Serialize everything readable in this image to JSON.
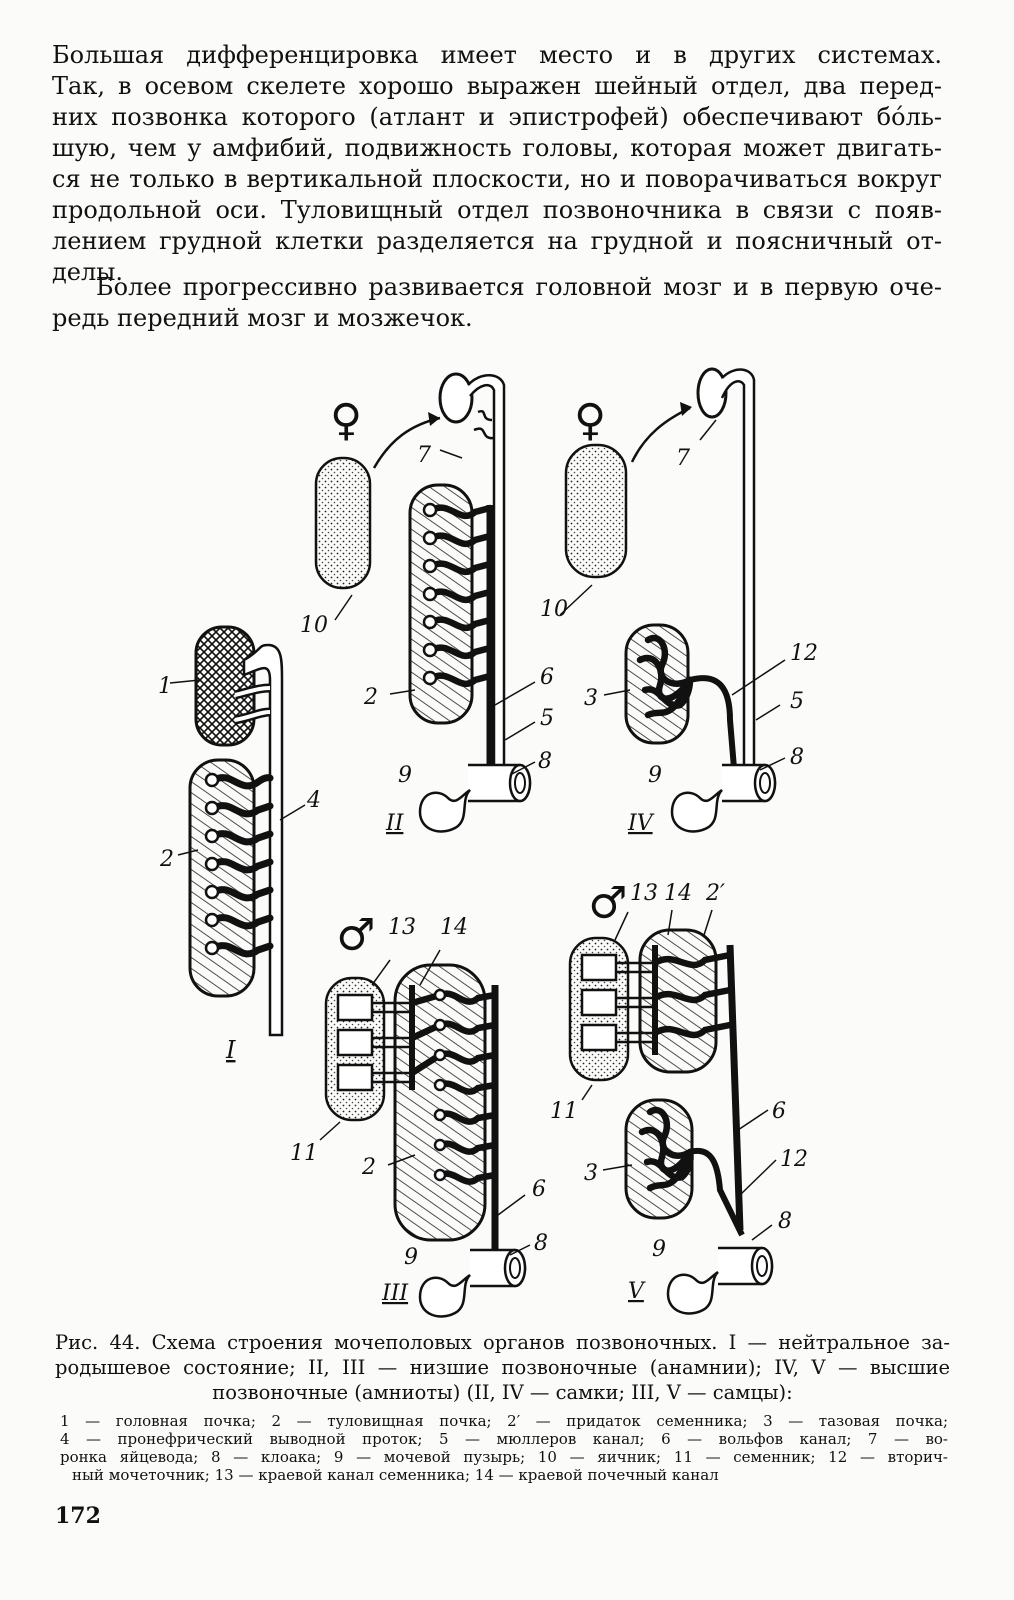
{
  "text": {
    "paragraph1": [
      "Большая дифференцировка  имеет место  и  в  других  системах.",
      "Так, в осевом скелете хорошо выражен шейный отдел, два перед-",
      "них позвонка которого (атлант и эпистрофей) обеспечивают бо́ль-",
      "шую, чем у амфибий, подвижность головы, которая может двигать-",
      "ся не только в вертикальной плоскости, но и поворачиваться вокруг",
      "продольной  оси.  Туловищный отдел позвоночника в связи  с появ-",
      "лением  грудной  клетки  разделяется  на  грудной  и  поясничный  от-",
      "делы."
    ],
    "paragraph2": [
      "Более прогрессивно развивается головной мозг и в первую оче-",
      "редь передний мозг и мозжечок."
    ]
  },
  "figure": {
    "labels": {
      "l1": "1",
      "l2a": "2",
      "l4": "4",
      "roman1": "I",
      "female1": "♀",
      "l7a": "7",
      "l10a": "10",
      "l2b": "2",
      "l6a": "6",
      "l5a": "5",
      "l9a": "9",
      "l8a": "8",
      "roman2": "II",
      "female2": "♀",
      "l7b": "7",
      "l10b": "10",
      "l12a": "12",
      "l3a": "3",
      "l5b": "5",
      "l9b": "9",
      "l8b": "8",
      "roman4": "IV",
      "male1": "♂",
      "l13a": "13",
      "l14a": "14",
      "l11a": "11",
      "l2c": "2",
      "l6b": "6",
      "l9c": "9",
      "l8c": "8",
      "roman3": "III",
      "male2": "♂",
      "l13b": "13",
      "l14b": "14",
      "l2prime": "2′",
      "l11b": "11",
      "l6c": "6",
      "l3b": "3",
      "l12b": "12",
      "l9d": "9",
      "l8d": "8",
      "roman5": "V"
    }
  },
  "caption": {
    "main": [
      "Рис. 44. Схема строения мочеполовых органов позвоночных. I — нейтральное за-",
      "родышевое состояние; II, III — низшие позвоночные (анамнии); IV, V — высшие",
      "позвоночные (амниоты) (II, IV — самки; III, V — самцы):"
    ],
    "legend": [
      "1 — головная почка; 2 — туловищная почка; 2′ — придаток семенника; 3 — тазовая почка;",
      "4 — пронефрический выводной проток; 5 — мюллеров канал; 6 — вольфов канал; 7 — во-",
      "ронка яйцевода; 8 — клоака; 9 — мочевой пузырь; 10 — яичник; 11 — семенник; 12 — вторич-",
      "ный мочеточник; 13 — краевой канал семенника; 14 — краевой почечный канал"
    ]
  },
  "page_number": "172"
}
